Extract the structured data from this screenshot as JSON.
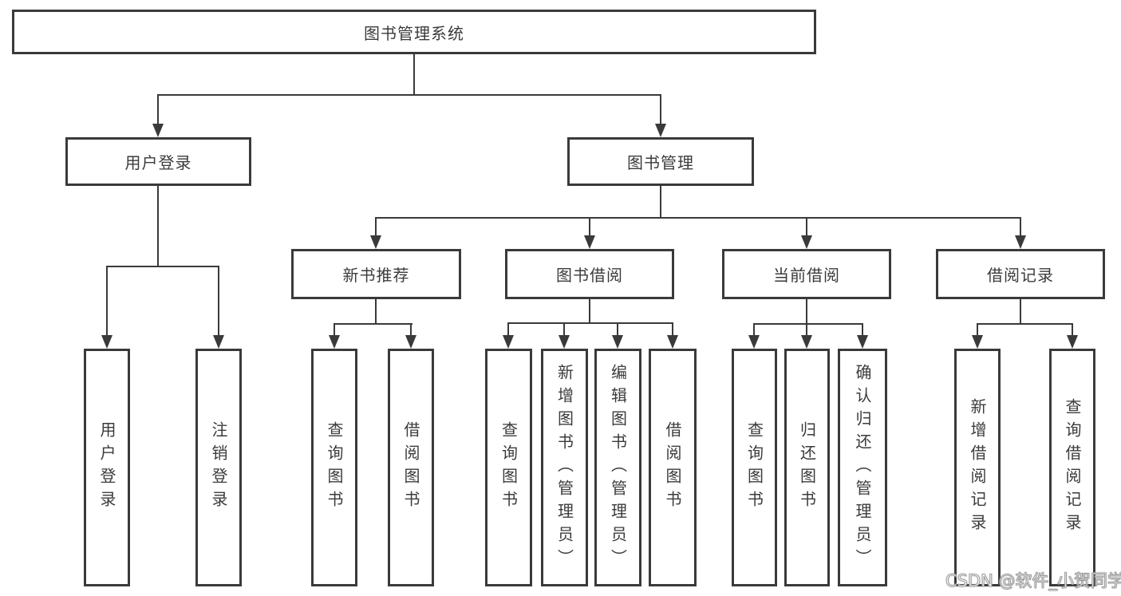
{
  "diagram": {
    "type": "tree",
    "title": "图书管理系统",
    "colors": {
      "line": "#3a3a3a",
      "box_border": "#3a3a3a",
      "text": "#3b3b3b",
      "background": "#ffffff",
      "watermark_fill": "#ffffff",
      "watermark_outline": "#9a9a9a"
    },
    "nodes": {
      "root": "图书管理系统",
      "user_login": "用户登录",
      "book_mgmt": "图书管理",
      "new_book_rec": "新书推荐",
      "book_borrow": "图书借阅",
      "current_borrow": "当前借阅",
      "borrow_records": "借阅记录",
      "leaf_user_login": "用户登录",
      "leaf_logout": "注销登录",
      "nb_query": "查询图书",
      "nb_borrow": "借阅图书",
      "bb_query": "查询图书",
      "bb_add": "新增图书（管理员）",
      "bb_edit": "编辑图书（管理员）",
      "bb_borrow": "借阅图书",
      "cb_query": "查询图书",
      "cb_return": "归还图书",
      "cb_confirm": "确认归还（管理员）",
      "br_add": "新增借阅记录",
      "br_query": "查询借阅记录"
    },
    "hierarchy": {
      "图书管理系统": {
        "用户登录": [
          "用户登录",
          "注销登录"
        ],
        "图书管理": {
          "新书推荐": [
            "查询图书",
            "借阅图书"
          ],
          "图书借阅": [
            "查询图书",
            "新增图书（管理员）",
            "编辑图书（管理员）",
            "借阅图书"
          ],
          "当前借阅": [
            "查询图书",
            "归还图书",
            "确认归还（管理员）"
          ],
          "借阅记录": [
            "新增借阅记录",
            "查询借阅记录"
          ]
        }
      }
    }
  },
  "watermark": {
    "text": "CSDN @软件_小贺同学"
  }
}
